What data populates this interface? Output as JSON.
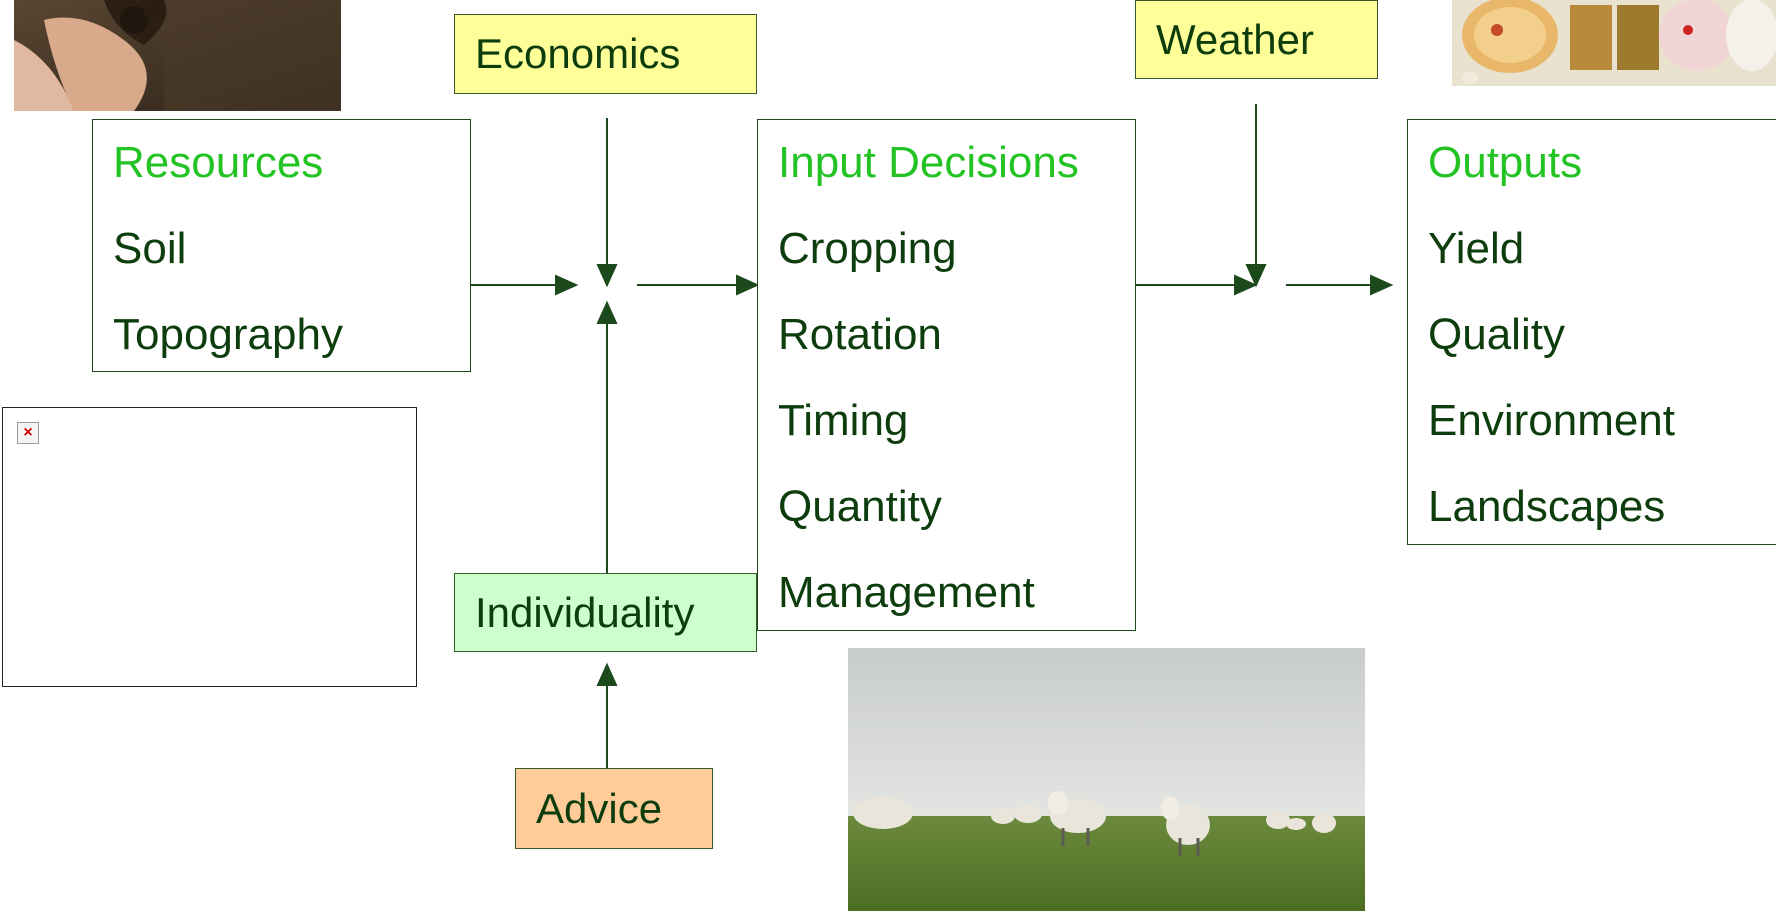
{
  "resources": {
    "title": "Resources",
    "items": [
      "Soil",
      "Topography"
    ]
  },
  "input_decisions": {
    "title": "Input Decisions",
    "items": [
      "Cropping",
      "Rotation",
      "Timing",
      "Quantity",
      "Management"
    ]
  },
  "outputs": {
    "title": "Outputs",
    "items": [
      "Yield",
      "Quality",
      "Environment",
      "Landscapes"
    ]
  },
  "factors": {
    "economics": "Economics",
    "weather": "Weather",
    "individuality": "Individuality",
    "advice": "Advice"
  },
  "colors": {
    "heading": "#22c322",
    "text": "#0d3d0d",
    "arrow": "#1d4a1d",
    "yellow_box": "#ffff99",
    "green_box": "#ccffcc",
    "orange_box": "#ffcc99"
  },
  "images": {
    "soil_photo": "hand-holding-soil-photo",
    "food_photo": "food-produce-photo",
    "sheep_photo": "sheep-in-field-photo",
    "broken_image": "broken-image-icon"
  }
}
